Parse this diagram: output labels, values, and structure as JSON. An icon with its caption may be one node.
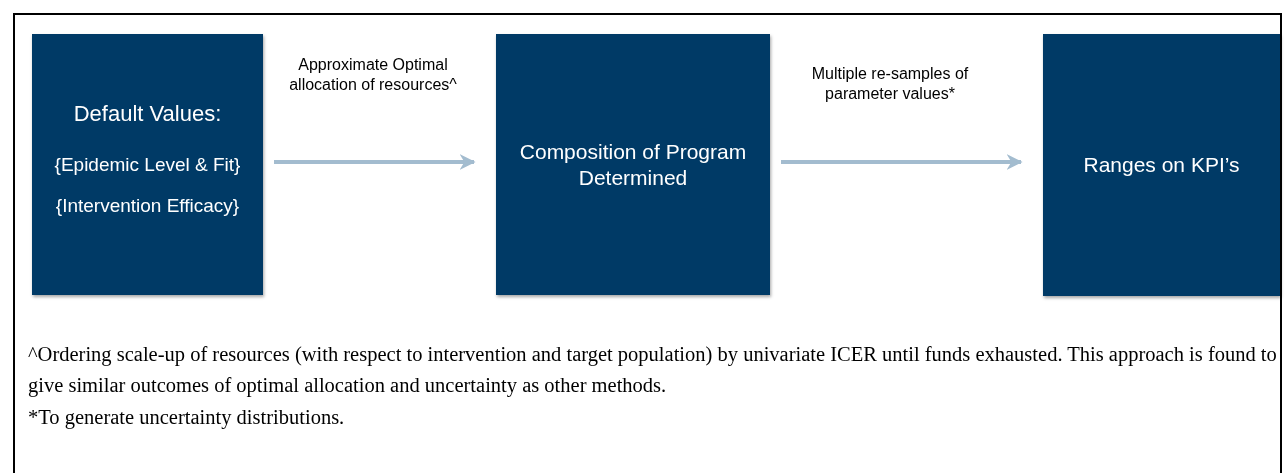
{
  "diagram": {
    "nodes": [
      {
        "text": [
          "Default Values:",
          "{Epidemic Level & Fit}",
          "{Intervention Efficacy}"
        ]
      },
      {
        "text": [
          "Composition of Program Determined"
        ]
      },
      {
        "text": [
          "Ranges on KPI’s"
        ]
      }
    ],
    "edges": [
      {
        "from": 0,
        "to": 1,
        "arrow": "to",
        "label": "Approximate Optimal allocation of resources^"
      },
      {
        "from": 1,
        "to": 2,
        "arrow": "to",
        "label": "Multiple re-samples of parameter values*"
      }
    ],
    "labels": [
      "^Ordering scale-up of resources (with respect to intervention and target population) by univariate ICER until funds exhausted. This approach is found to give similar outcomes of optimal allocation and uncertainty as other methods.",
      "*To generate uncertainty distributions."
    ]
  }
}
